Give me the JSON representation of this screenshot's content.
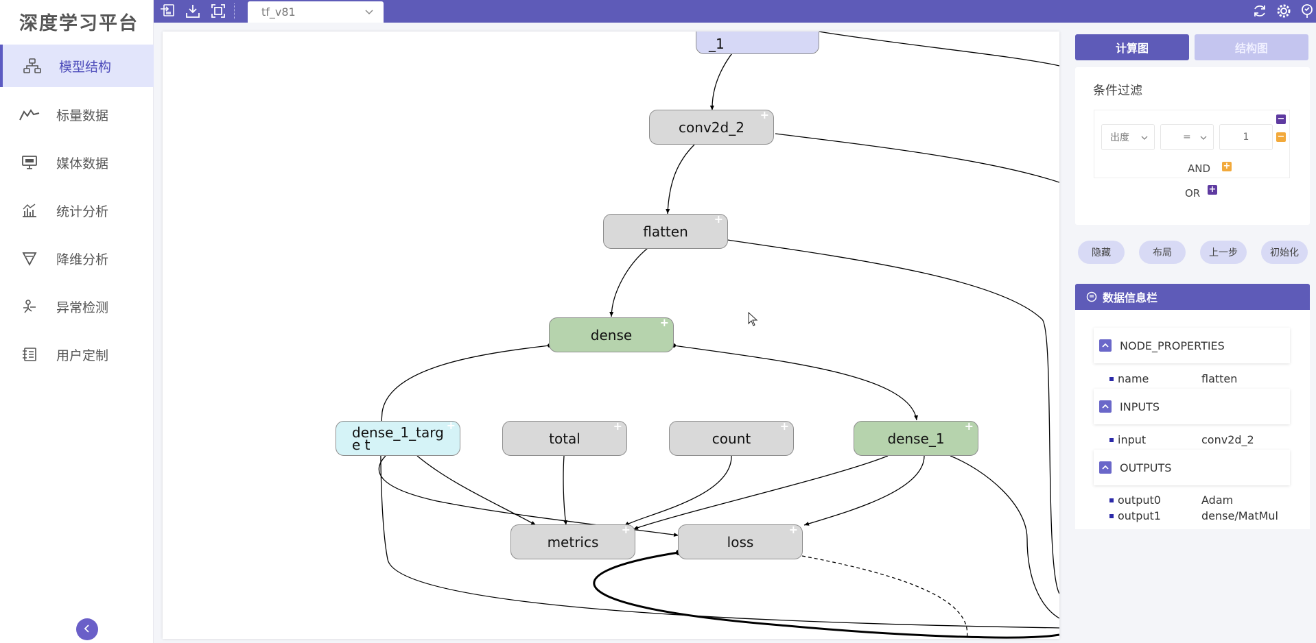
{
  "sidebar": {
    "logo": "深度学习平台",
    "items": [
      {
        "label": "模型结构",
        "icon": "hierarchy-icon",
        "active": true
      },
      {
        "label": "标量数据",
        "icon": "line-chart-icon",
        "active": false
      },
      {
        "label": "媒体数据",
        "icon": "monitor-icon",
        "active": false
      },
      {
        "label": "统计分析",
        "icon": "bar-chart-icon",
        "active": false
      },
      {
        "label": "降维分析",
        "icon": "funnel-icon",
        "active": false
      },
      {
        "label": "异常检测",
        "icon": "anomaly-icon",
        "active": false
      },
      {
        "label": "用户定制",
        "icon": "customize-icon",
        "active": false
      }
    ],
    "collapse_icon": "chevron-left-icon"
  },
  "topbar": {
    "icons": [
      "import-icon",
      "download-icon",
      "fit-screen-icon"
    ],
    "model": "tf_v81",
    "right_icons": [
      "refresh-icon",
      "settings-icon",
      "help-icon"
    ]
  },
  "graph": {
    "nodes": {
      "top_partial": "_1",
      "conv2d_2": "conv2d_2",
      "flatten": "flatten",
      "dense": "dense",
      "dense_1_target": "dense_1_targe t",
      "total": "total",
      "count": "count",
      "dense_1": "dense_1",
      "metrics": "metrics",
      "loss": "loss"
    },
    "node_plus": "+"
  },
  "right": {
    "tabs": {
      "compute": "计算图",
      "structure": "结构图"
    },
    "filter": {
      "title": "条件过滤",
      "field": "出度",
      "operator": "=",
      "value": "1",
      "and_label": "AND",
      "or_label": "OR"
    },
    "actions": {
      "hide": "隐藏",
      "layout": "布局",
      "back": "上一步",
      "init": "初始化"
    },
    "info": {
      "title": "数据信息栏",
      "sections": [
        {
          "name": "NODE_PROPERTIES",
          "rows": [
            {
              "k": "name",
              "v": "flatten"
            }
          ]
        },
        {
          "name": "INPUTS",
          "rows": [
            {
              "k": "input",
              "v": "conv2d_2"
            }
          ]
        },
        {
          "name": "OUTPUTS",
          "rows": [
            {
              "k": "output0",
              "v": "Adam"
            },
            {
              "k": "output1",
              "v": "dense/MatMul"
            }
          ]
        }
      ]
    }
  },
  "colors": {
    "accent": "#5e5bb8",
    "active_nav_bg": "#e2e5fb",
    "node_gray": "#d9d9d9",
    "node_green": "#b6d3ad",
    "node_cyan": "#d5f3f7",
    "minus_orange": "#f2a93b"
  }
}
